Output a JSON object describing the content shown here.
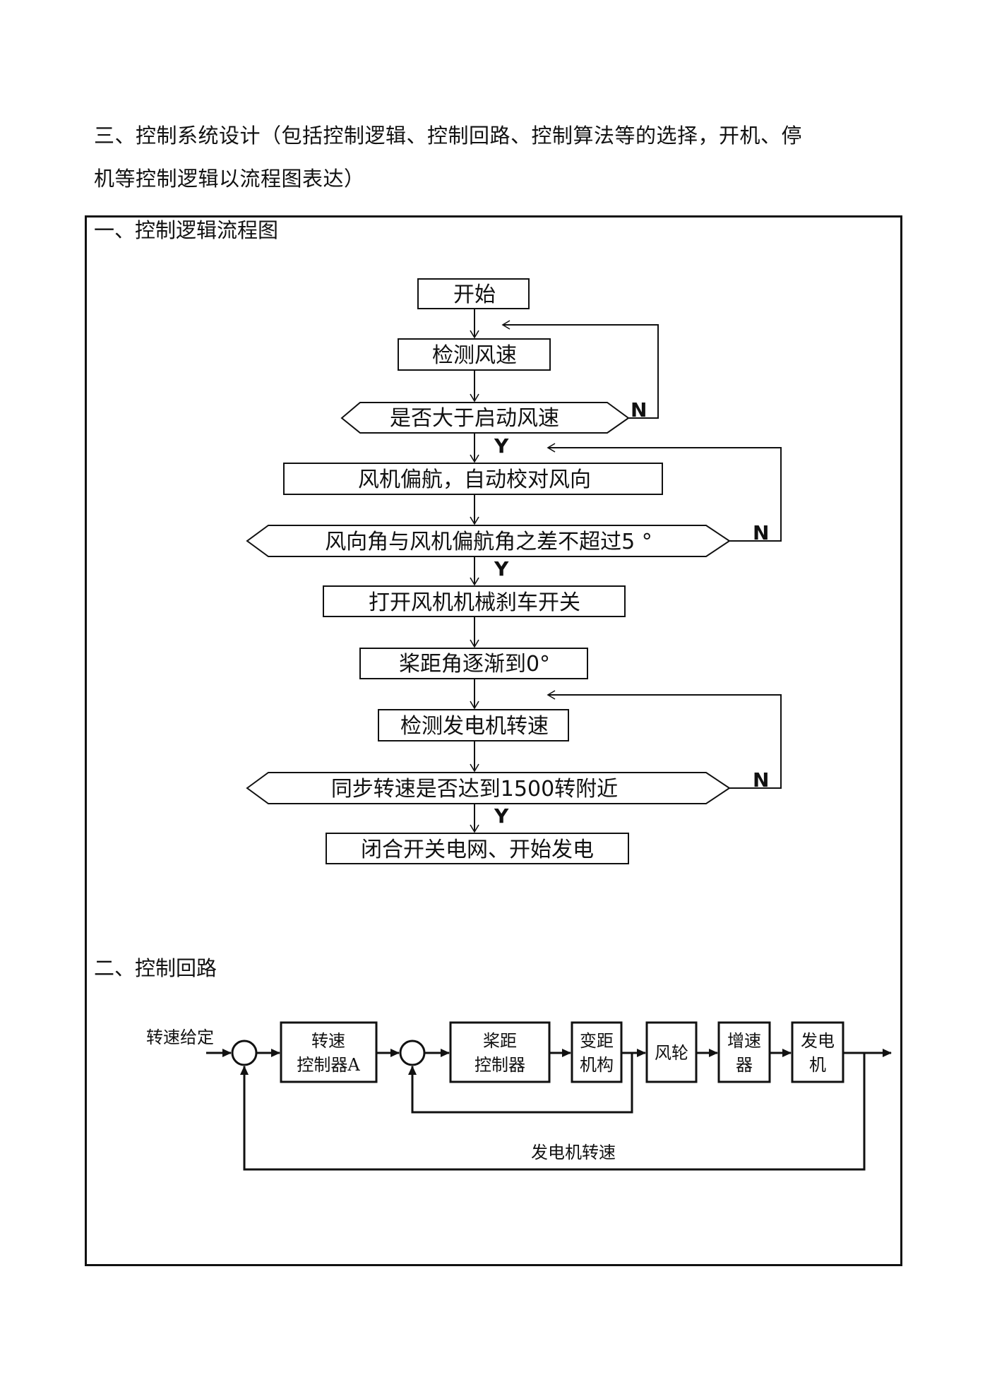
{
  "document": {
    "heading_line1": "三、控制系统设计（包括控制逻辑、控制回路、控制算法等的选择，开机、停",
    "heading_line2": "机等控制逻辑以流程图表达）"
  },
  "section1": {
    "title": "一、控制逻辑流程图",
    "steps": {
      "start": "开始",
      "detect_wind": "检测风速",
      "cond_wind": "是否大于启动风速",
      "yaw": "风机偏航，自动校对风向",
      "cond_angle": "风向角与风机偏航角之差不超过5 °",
      "brake": "打开风机机械刹车开关",
      "pitch": "桨距角逐渐到0°",
      "detect_gen": "检测发电机转速",
      "cond_speed": "同步转速是否达到1500转附近",
      "connect": "闭合开关电网、开始发电"
    },
    "yes_label": "Y",
    "no_label": "N"
  },
  "section2": {
    "title": "二、控制回路",
    "input_label": "转速给定",
    "blocks": {
      "speed_ctrl_l1": "转速",
      "speed_ctrl_l2": "控制器A",
      "pitch_ctrl_l1": "桨距",
      "pitch_ctrl_l2": "控制器",
      "pitch_mech_l1": "变距",
      "pitch_mech_l2": "机构",
      "rotor": "风轮",
      "gearbox_l1": "增速",
      "gearbox_l2": "器",
      "generator_l1": "发电",
      "generator_l2": "机"
    },
    "feedback_label": "发电机转速"
  }
}
